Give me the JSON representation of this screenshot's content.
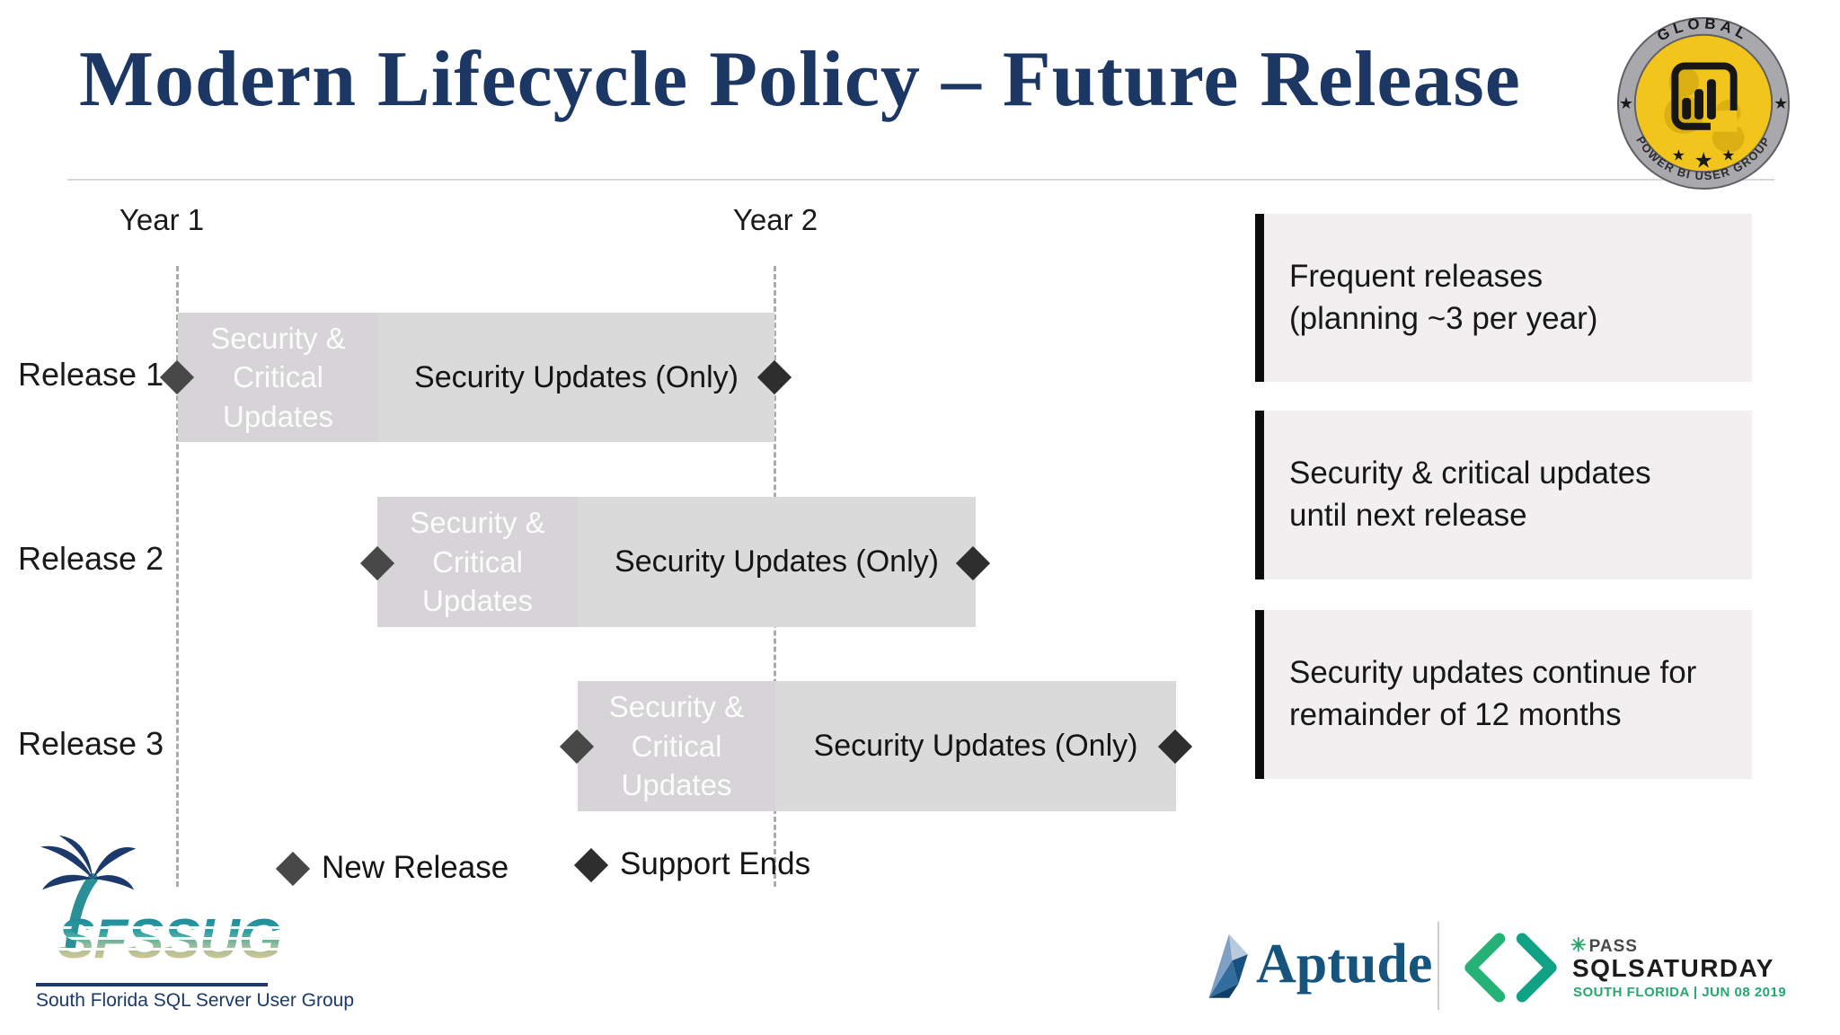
{
  "title": "Modern Lifecycle Policy – Future Release",
  "badge": {
    "top_text": "GLOBAL",
    "bottom_text": "POWER BI USER GROUP",
    "icon": "power-bi-bars-icon"
  },
  "timeline": {
    "year1": "Year 1",
    "year2": "Year 2",
    "releases": [
      {
        "label": "Release 1",
        "phase1": "Security &\nCritical\nUpdates",
        "phase2": "Security Updates (Only)"
      },
      {
        "label": "Release 2",
        "phase1": "Security &\nCritical\nUpdates",
        "phase2": "Security Updates (Only)"
      },
      {
        "label": "Release 3",
        "phase1": "Security &\nCritical\nUpdates",
        "phase2": "Security Updates (Only)"
      }
    ],
    "legend": {
      "new_release": "New Release",
      "support_ends": "Support Ends"
    }
  },
  "callouts": [
    {
      "text": "Frequent releases\n(planning ~3 per year)"
    },
    {
      "text": "Security & critical updates\nuntil next release"
    },
    {
      "text": "Security updates continue for\nremainder of 12 months"
    }
  ],
  "footer": {
    "sfssug": {
      "name": "SFSSUG",
      "subtitle": "South Florida SQL Server User Group"
    },
    "aptude": {
      "name": "Aptude"
    },
    "sqlsaturday": {
      "pass": "PASS",
      "name": "SQLSATURDAY",
      "event": "SOUTH FLORIDA | JUN 08 2019"
    }
  },
  "colors": {
    "title_navy": "#1c3764",
    "bar_phase1": "#d6d4d6",
    "bar_phase2": "#dbdadb",
    "diamond_new_release": "#484848",
    "diamond_support_ends": "#2e2e2e",
    "callout_bg": "#f1eff0",
    "callout_border": "#0b0b0b",
    "badge_yellow": "#f2c51c",
    "badge_ring_gray": "#a9a9ad",
    "sqlsat_green": "#26b277",
    "sqlsat_teal": "#10a284",
    "aptude_blue": "#16537d",
    "sfssug_navy": "#1b3a6b"
  }
}
